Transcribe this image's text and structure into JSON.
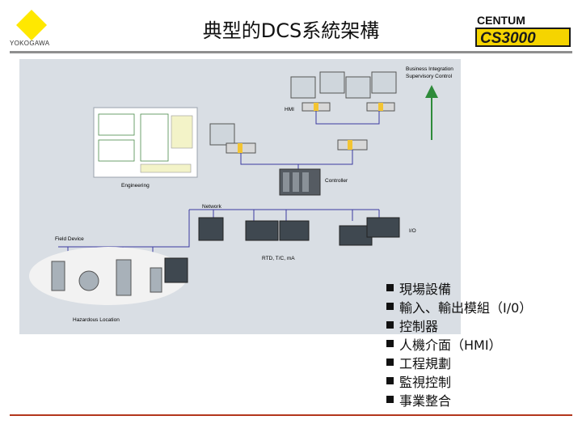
{
  "header": {
    "logo_text": "YOKOGAWA",
    "title": "典型的DCS系統架構",
    "brand_top": "CENTUM",
    "brand_bottom": "CS3000"
  },
  "diagram": {
    "labels": {
      "business": "Business Integration",
      "supervisory": "Supervisory Control",
      "hmi": "HMI",
      "engineering": "Engineering",
      "controller": "Controller",
      "network": "Network",
      "io": "I/O",
      "field_device": "Field Device",
      "rtd": "RTD, T/C, mA",
      "hazardous": "Hazardous Location"
    }
  },
  "bullets": [
    "現場設備",
    "輸入、輸出模組（I/0）",
    "控制器",
    "人機介面（HMI）",
    "工程規劃",
    "監視控制",
    "事業整合"
  ],
  "colors": {
    "logo_yellow": "#ffe800",
    "brand_yellow": "#f5d400",
    "divider_top": "#8f8f8f",
    "divider_bottom": "#b3361c",
    "network_line": "#3a3aa0",
    "supervisory_arrow": "#2e8b3a"
  }
}
